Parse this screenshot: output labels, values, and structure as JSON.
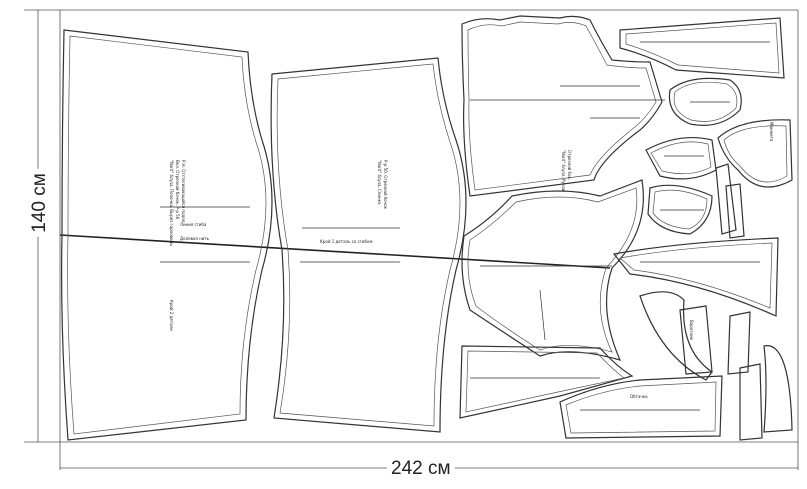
{
  "dimensions": {
    "width_label": "242 см",
    "height_label": "140 см"
  },
  "piece_notes": {
    "n1": "\"Nord\" блуза. Полочка. Вырез горловины",
    "n2": "Вкл. Отрезной бочок. Р-р 50",
    "n3": "Р.Н. Отстегивающийся подол",
    "n4": "Крой 2 детали",
    "n5": "\"Nord\" блуза. Спинка",
    "n6": "Р-р 50. Отрезной бочок",
    "n7": "Линия сгиба",
    "n8": "Долевая нить",
    "n9": "Крой 1 деталь со сгибом",
    "n10": "\"Nord\" блуза. Рукав",
    "n11": "Отрезной бок.",
    "n12": "Манжета",
    "n13": "Воротник",
    "n14": "Обтачка"
  },
  "colors": {
    "outline": "#333333",
    "background": "#ffffff"
  }
}
